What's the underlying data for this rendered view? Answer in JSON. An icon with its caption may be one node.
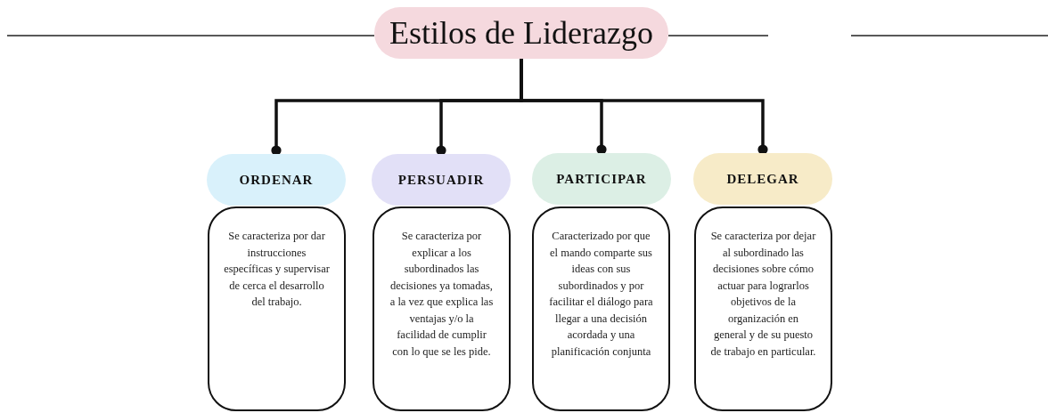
{
  "diagram": {
    "title": "Estilos de Liderazgo",
    "nodes": [
      {
        "text": [
          "ORDENAR"
        ]
      },
      {
        "text": [
          "PERSUADIR"
        ]
      },
      {
        "text": [
          "PARTICIPAR"
        ]
      },
      {
        "text": [
          "DELEGAR"
        ]
      },
      {
        "text": [
          "Se caracteriza por dar instrucciones específicas y supervisar de cerca el desarrollo del trabajo."
        ]
      },
      {
        "text": [
          "Se caracteriza por explicar a los subordinados las decisiones ya tomadas, a la vez que explica las ventajas y/o la facilidad de cumplir con lo que se les pide."
        ]
      },
      {
        "text": [
          "Caracterizado por que el mando comparte sus ideas con sus subordinados y por facilitar el diálogo para llegar a una decisión acordada y una planificación conjunta"
        ]
      },
      {
        "text": [
          "Se caracteriza por dejar al subordinado las decisiones sobre cómo actuar para lograrlos objetivos de la organización en general y de su puesto de trabajo en particular."
        ]
      }
    ],
    "edges": [
      {
        "from": null,
        "to": 0,
        "arrow": "other"
      },
      {
        "from": null,
        "to": 1,
        "arrow": "other"
      },
      {
        "from": null,
        "to": 2,
        "arrow": "other"
      },
      {
        "from": null,
        "to": 3,
        "arrow": "other"
      }
    ]
  }
}
